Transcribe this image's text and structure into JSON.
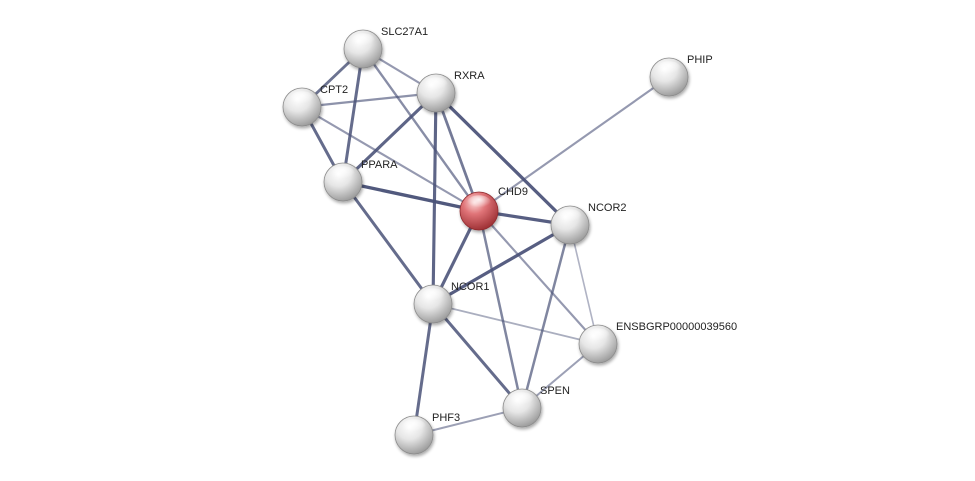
{
  "network": {
    "colors": {
      "query_node": "#d9575b",
      "partner_node": "#d8d8d8",
      "edge": "#4a5278",
      "label": "#222222"
    },
    "nodes": [
      {
        "id": "CHD9",
        "label": "CHD9",
        "type": "query"
      },
      {
        "id": "SLC27A1",
        "label": "SLC27A1",
        "type": "partner"
      },
      {
        "id": "RXRA",
        "label": "RXRA",
        "type": "partner"
      },
      {
        "id": "CPT2",
        "label": "CPT2",
        "type": "partner"
      },
      {
        "id": "PPARA",
        "label": "PPARA",
        "type": "partner"
      },
      {
        "id": "NCOR2",
        "label": "NCOR2",
        "type": "partner"
      },
      {
        "id": "NCOR1",
        "label": "NCOR1",
        "type": "partner"
      },
      {
        "id": "ENSBGRP00000039560",
        "label": "ENSBGRP00000039560",
        "type": "partner"
      },
      {
        "id": "SPEN",
        "label": "SPEN",
        "type": "partner"
      },
      {
        "id": "PHF3",
        "label": "PHF3",
        "type": "partner"
      },
      {
        "id": "PHIP",
        "label": "PHIP",
        "type": "partner"
      }
    ],
    "edges": [
      {
        "source": "SLC27A1",
        "target": "CPT2",
        "strength": 0.75
      },
      {
        "source": "SLC27A1",
        "target": "RXRA",
        "strength": 0.45
      },
      {
        "source": "SLC27A1",
        "target": "PPARA",
        "strength": 0.8
      },
      {
        "source": "SLC27A1",
        "target": "CHD9",
        "strength": 0.55
      },
      {
        "source": "CPT2",
        "target": "RXRA",
        "strength": 0.5
      },
      {
        "source": "CPT2",
        "target": "PPARA",
        "strength": 0.8
      },
      {
        "source": "CPT2",
        "target": "CHD9",
        "strength": 0.45
      },
      {
        "source": "RXRA",
        "target": "PPARA",
        "strength": 0.85
      },
      {
        "source": "RXRA",
        "target": "CHD9",
        "strength": 0.7
      },
      {
        "source": "RXRA",
        "target": "NCOR2",
        "strength": 0.9
      },
      {
        "source": "RXRA",
        "target": "NCOR1",
        "strength": 0.85
      },
      {
        "source": "PPARA",
        "target": "CHD9",
        "strength": 0.95
      },
      {
        "source": "PPARA",
        "target": "NCOR1",
        "strength": 0.8
      },
      {
        "source": "CHD9",
        "target": "NCOR2",
        "strength": 0.9
      },
      {
        "source": "CHD9",
        "target": "NCOR1",
        "strength": 0.85
      },
      {
        "source": "CHD9",
        "target": "SPEN",
        "strength": 0.6
      },
      {
        "source": "CHD9",
        "target": "ENSBGRP00000039560",
        "strength": 0.45
      },
      {
        "source": "CHD9",
        "target": "PHIP",
        "strength": 0.45
      },
      {
        "source": "NCOR2",
        "target": "NCOR1",
        "strength": 0.9
      },
      {
        "source": "NCOR2",
        "target": "SPEN",
        "strength": 0.6
      },
      {
        "source": "NCOR2",
        "target": "ENSBGRP00000039560",
        "strength": 0.25
      },
      {
        "source": "NCOR1",
        "target": "SPEN",
        "strength": 0.8
      },
      {
        "source": "NCOR1",
        "target": "PHF3",
        "strength": 0.8
      },
      {
        "source": "NCOR1",
        "target": "ENSBGRP00000039560",
        "strength": 0.3
      },
      {
        "source": "SPEN",
        "target": "ENSBGRP00000039560",
        "strength": 0.4
      },
      {
        "source": "SPEN",
        "target": "PHF3",
        "strength": 0.4
      }
    ]
  }
}
